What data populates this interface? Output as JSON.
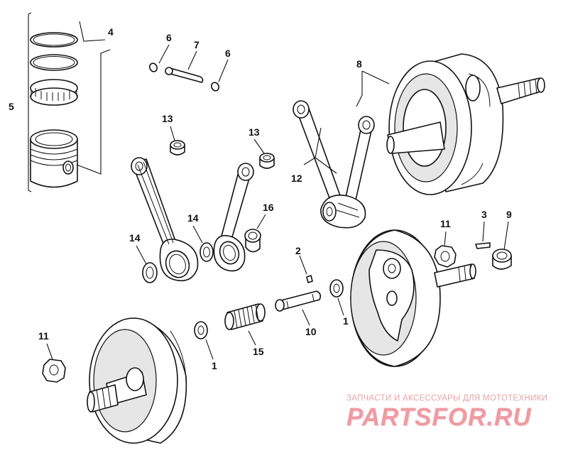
{
  "callouts": {
    "c1a": "1",
    "c1b": "1",
    "c2": "2",
    "c3": "3",
    "c4": "4",
    "c5": "5",
    "c6a": "6",
    "c6b": "6",
    "c7": "7",
    "c8": "8",
    "c9": "9",
    "c10": "10",
    "c11a": "11",
    "c11b": "11",
    "c12": "12",
    "c13a": "13",
    "c13b": "13",
    "c14a": "14",
    "c14b": "14",
    "c15": "15",
    "c16": "16"
  },
  "watermark": {
    "caption": "ЗАПЧАСТИ И АКСЕССУАРЫ ДЛЯ МОТОТЕХНИКИ",
    "logo": "PARTSFOR.RU",
    "color": "#ef9aa2"
  }
}
